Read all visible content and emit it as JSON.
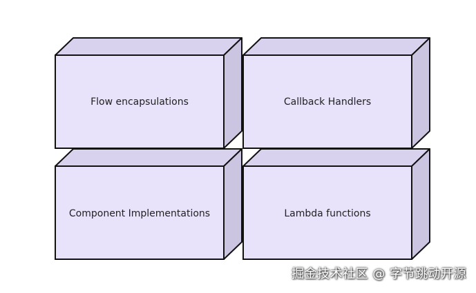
{
  "boxes": [
    {
      "id": "flow-encapsulations",
      "label": "Flow encapsulations"
    },
    {
      "id": "callback-handlers",
      "label": "Callback Handlers"
    },
    {
      "id": "component-implementations",
      "label": "Component Implementations"
    },
    {
      "id": "lambda-functions",
      "label": "Lambda functions"
    }
  ],
  "colors": {
    "front": "#e8e2fb",
    "top": "#d8d2ee",
    "side": "#cbc5e2",
    "stroke": "#111111"
  },
  "watermark": {
    "text": "掘金技术社区 @ 字节跳动开源"
  }
}
